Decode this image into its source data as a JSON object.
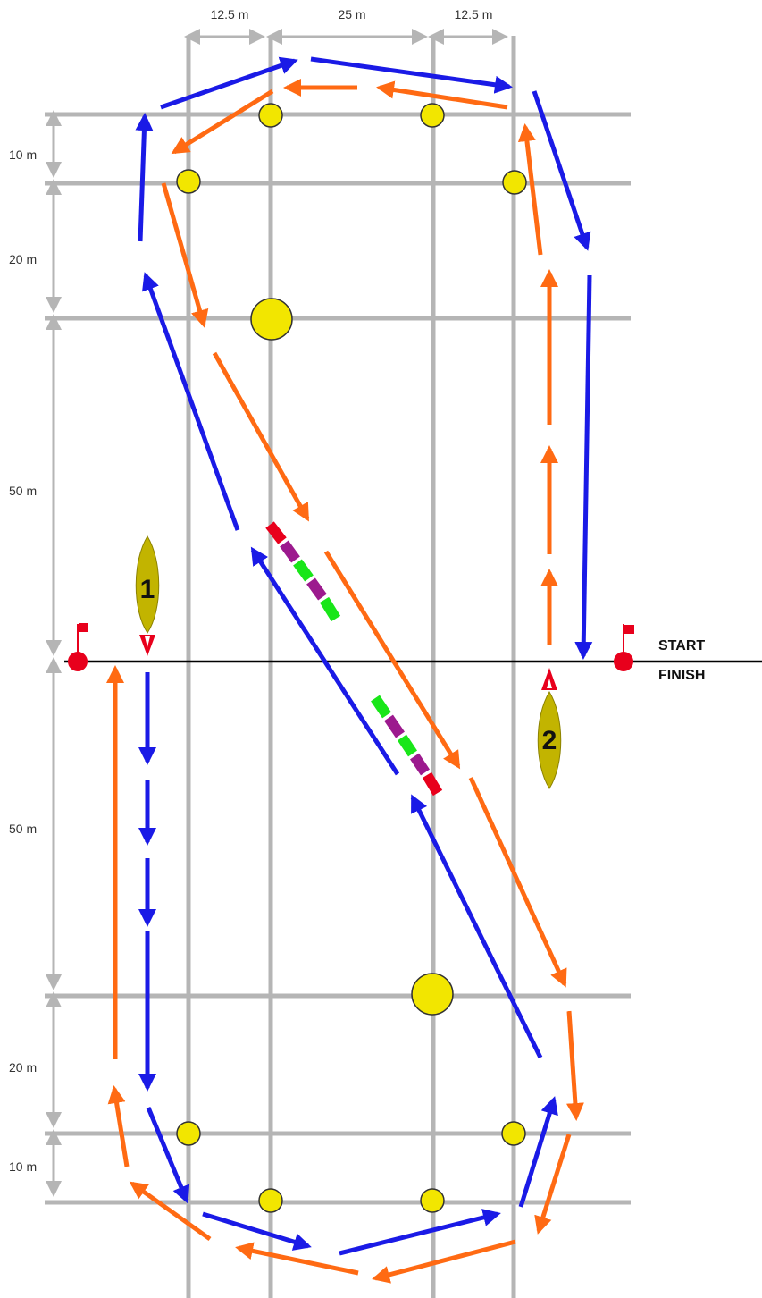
{
  "dimensions": {
    "top": [
      "12.5 m",
      "25 m",
      "12.5 m"
    ],
    "side": [
      "10 m",
      "20 m",
      "50 m",
      "50 m",
      "20 m",
      "10 m"
    ]
  },
  "start_label": "START",
  "finish_label": "FINISH",
  "boats": [
    "1",
    "2"
  ],
  "colors": {
    "grid": "#b5b5b5",
    "blue_route": "#1a1ae6",
    "orange_route": "#ff6a13",
    "buoy": "#f2e600",
    "boat": "#c2b400",
    "flag": "#e8001c",
    "gate_red": "#e8001c",
    "gate_purple": "#9c1a8e",
    "gate_green": "#19e619"
  }
}
